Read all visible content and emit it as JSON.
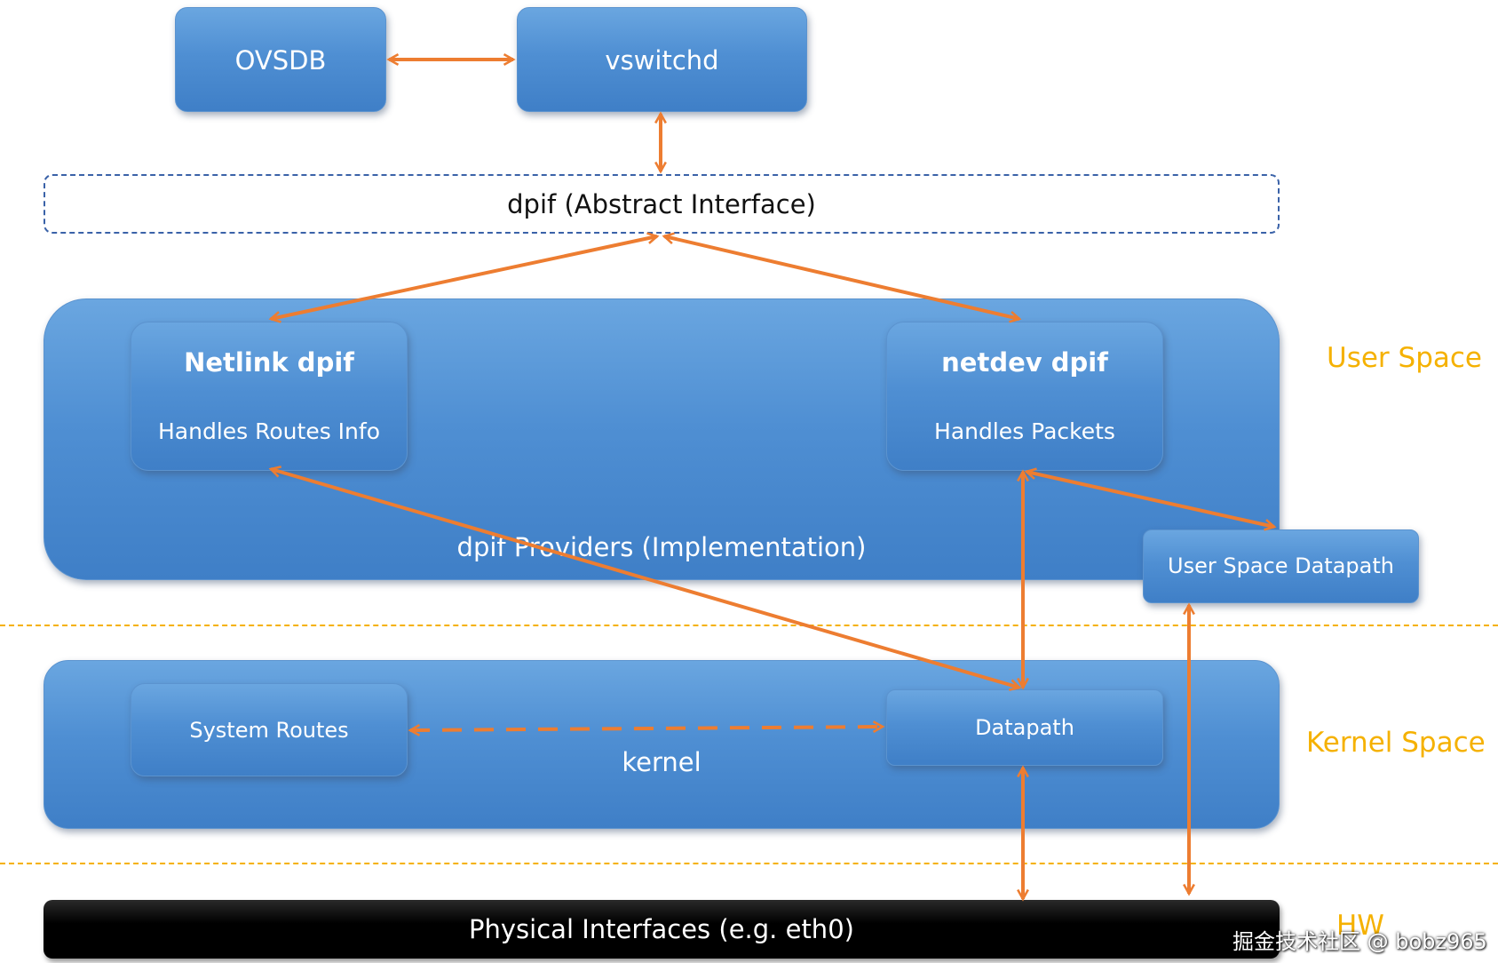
{
  "nodes": {
    "ovsdb": "OVSDB",
    "vswitchd": "vswitchd",
    "dpif": "dpif (Abstract Interface)",
    "providers_group": "dpif Providers (Implementation)",
    "netlink_title": "Netlink dpif",
    "netlink_sub": "Handles Routes Info",
    "netdev_title": "netdev dpif",
    "netdev_sub": "Handles Packets",
    "user_space_datapath": "User Space Datapath",
    "kernel_group": "kernel",
    "system_routes": "System Routes",
    "datapath": "Datapath",
    "physical": "Physical Interfaces (e.g. eth0)"
  },
  "zones": {
    "user_space": "User Space",
    "kernel_space": "Kernel Space",
    "hw": "HW"
  },
  "watermark": "掘金技术社区 @ bobz965",
  "colors": {
    "box_blue": "#4f8fd3",
    "arrow_orange": "#ed7d31",
    "zone_label": "#f5b100",
    "dpif_border": "#3a62a8",
    "physical_bar": "#000000"
  }
}
